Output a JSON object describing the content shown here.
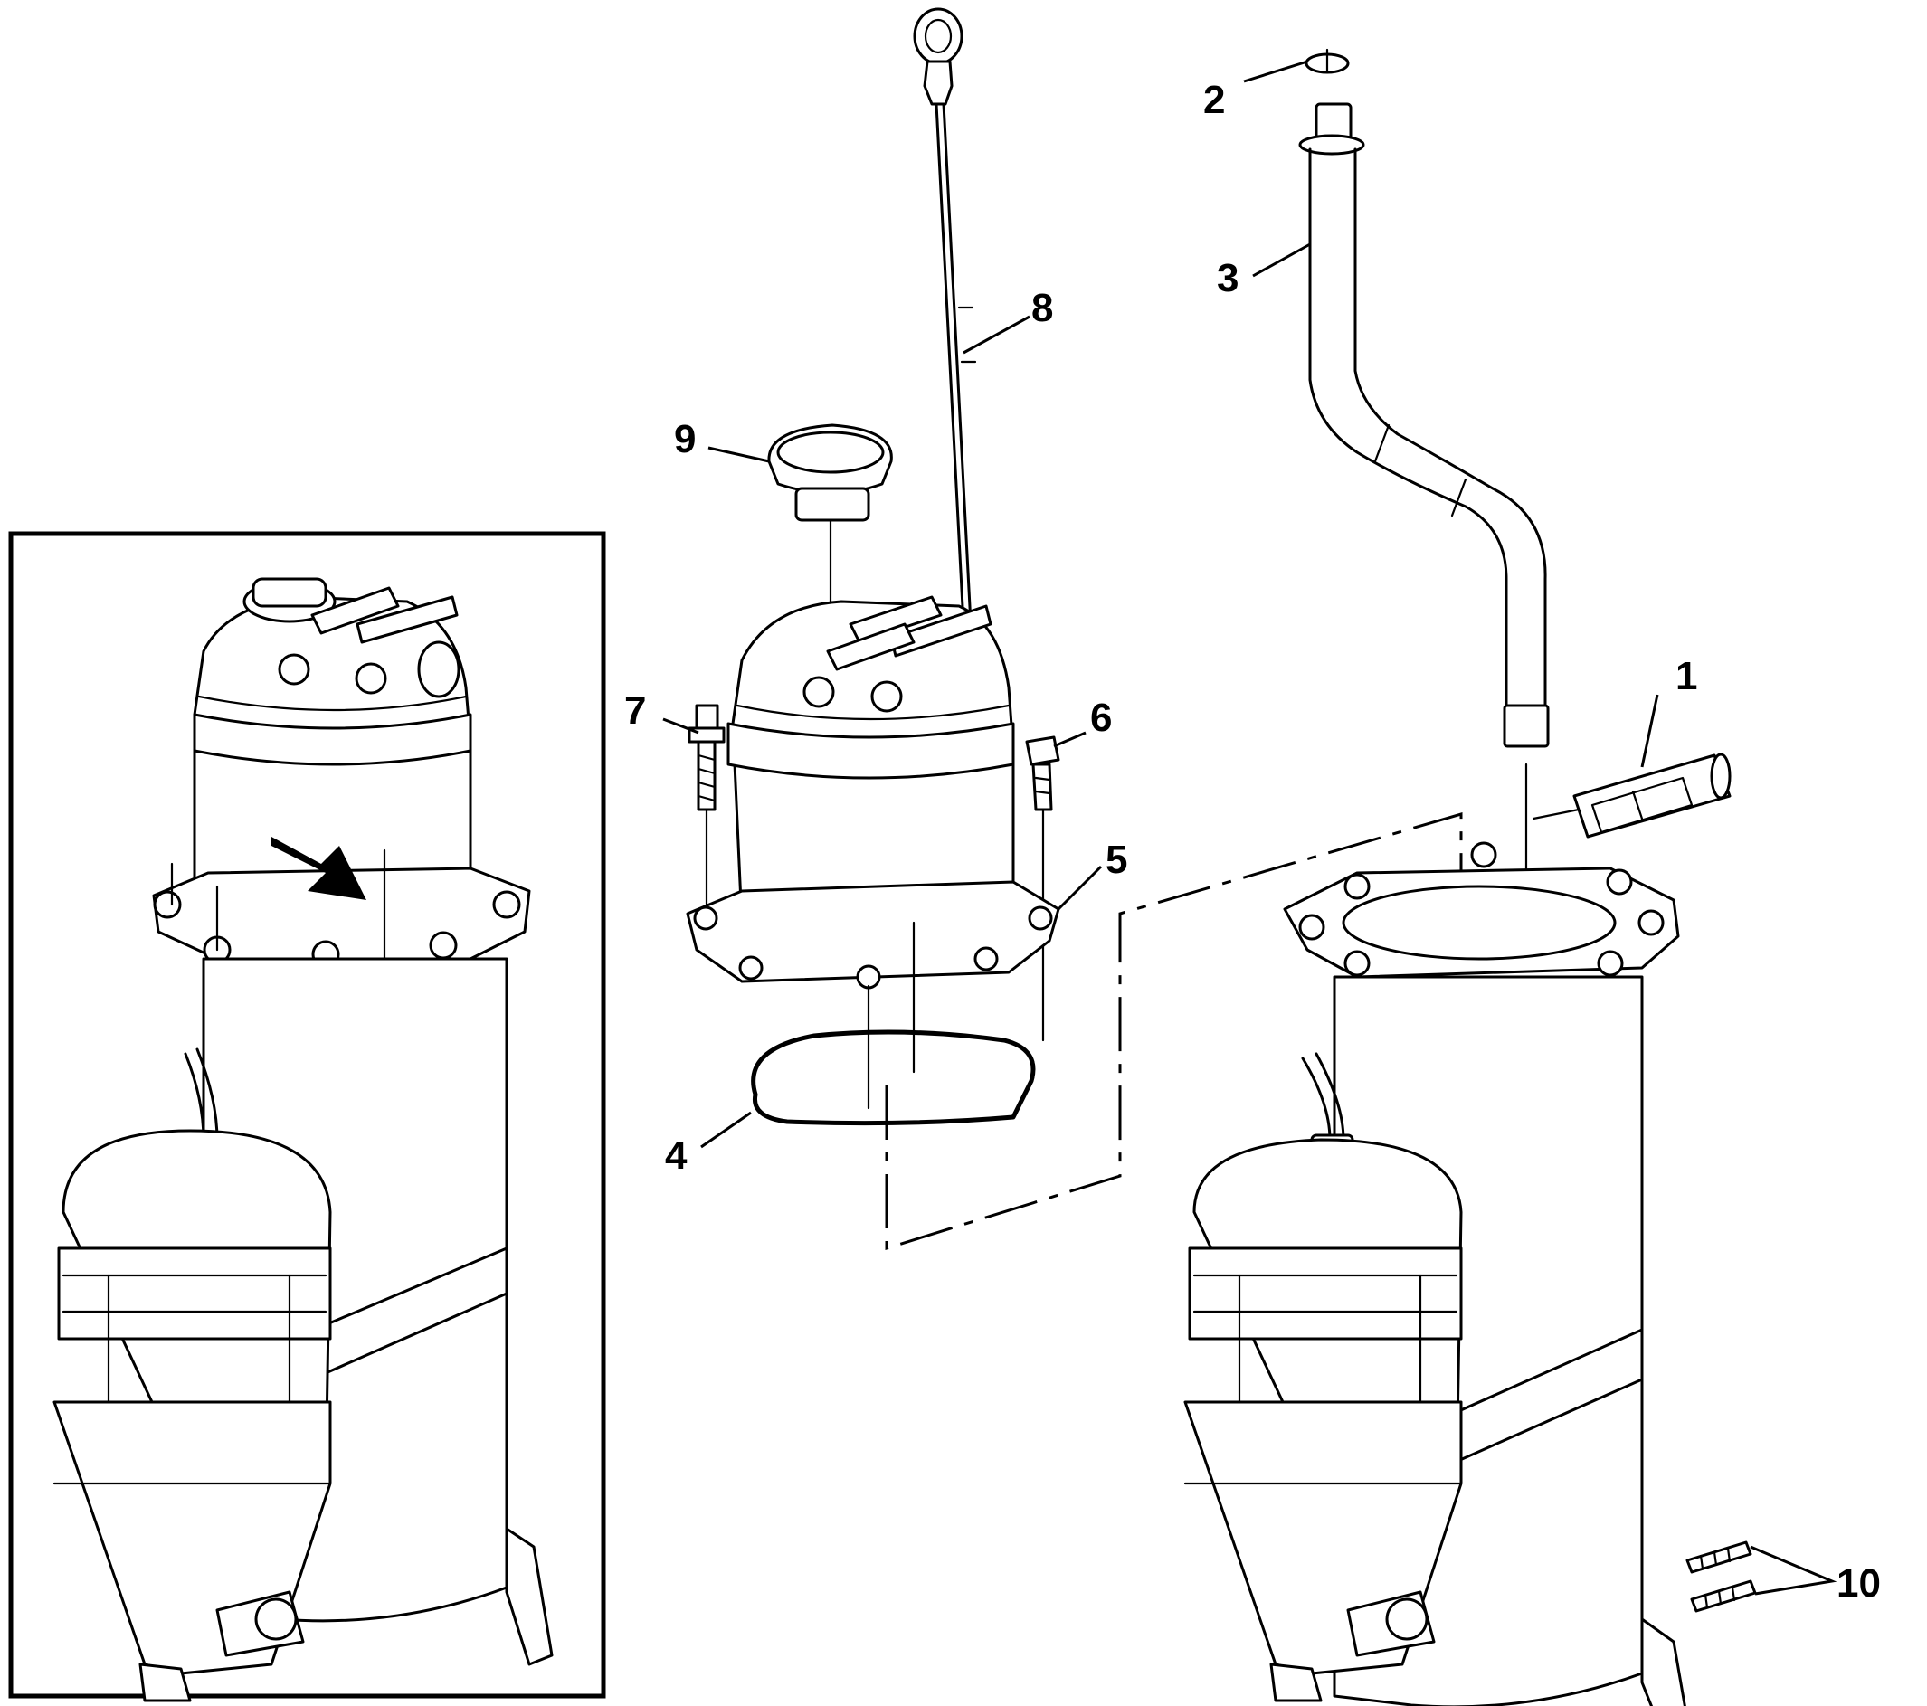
{
  "callouts": [
    {
      "id": "1",
      "label": "1"
    },
    {
      "id": "2",
      "label": "2"
    },
    {
      "id": "3",
      "label": "3"
    },
    {
      "id": "4",
      "label": "4"
    },
    {
      "id": "5",
      "label": "5"
    },
    {
      "id": "6",
      "label": "6"
    },
    {
      "id": "7",
      "label": "7"
    },
    {
      "id": "8",
      "label": "8"
    },
    {
      "id": "9",
      "label": "9"
    },
    {
      "id": "10",
      "label": "10"
    }
  ],
  "colors": {
    "line": "#000000",
    "background": "#ffffff"
  },
  "icons": {
    "direction_arrow": "arrow-right-icon"
  }
}
